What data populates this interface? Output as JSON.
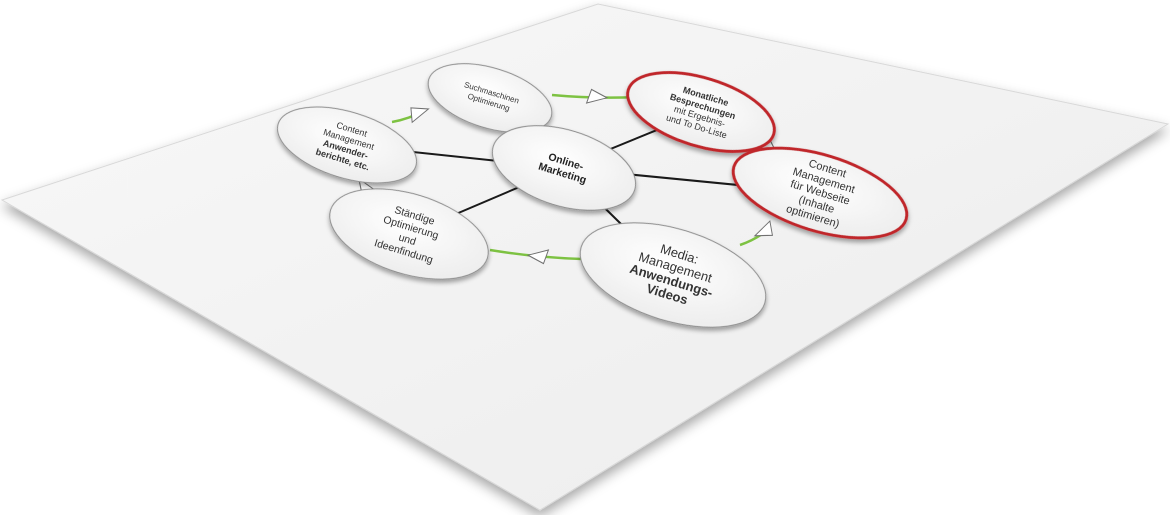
{
  "diagram": {
    "center": {
      "id": "center",
      "lines": [
        "Online-",
        "Marketing"
      ],
      "bold": [
        true,
        true
      ]
    },
    "nodes": [
      {
        "id": "seo",
        "lines": [
          "Suchmaschinen",
          "Optimierung"
        ],
        "bold": [
          false,
          false
        ],
        "highlight": false
      },
      {
        "id": "meetings",
        "lines": [
          "Monatliche",
          "Besprechungen",
          "mit Ergebnis-",
          "und To Do-Liste"
        ],
        "bold": [
          true,
          true,
          false,
          false
        ],
        "highlight": true
      },
      {
        "id": "cms",
        "lines": [
          "Content",
          "Management",
          "für Webseite",
          "(Inhalte",
          "optimieren)"
        ],
        "bold": [
          false,
          false,
          false,
          false,
          false
        ],
        "highlight": true
      },
      {
        "id": "media",
        "lines": [
          "Media:",
          "Management",
          "Anwendungs-",
          "Videos"
        ],
        "bold": [
          false,
          false,
          true,
          true
        ],
        "highlight": false
      },
      {
        "id": "optimization",
        "lines": [
          "Ständige",
          "Optimierung",
          "und",
          "Ideenfindung"
        ],
        "bold": [
          false,
          false,
          false,
          false
        ],
        "highlight": false
      },
      {
        "id": "reports",
        "lines": [
          "Content",
          "Management",
          "Anwender-",
          "berichte, etc."
        ],
        "bold": [
          false,
          false,
          true,
          true
        ],
        "highlight": false
      }
    ],
    "colors": {
      "paper": "#f4f4f4",
      "node_fill": "#ffffff",
      "node_stroke": "#8c8c8c",
      "highlight_stroke": "#c0262c",
      "spoke": "#1a1a1a",
      "cycle_arrow": "#7dc242",
      "arrowhead": "#ffffff"
    }
  }
}
